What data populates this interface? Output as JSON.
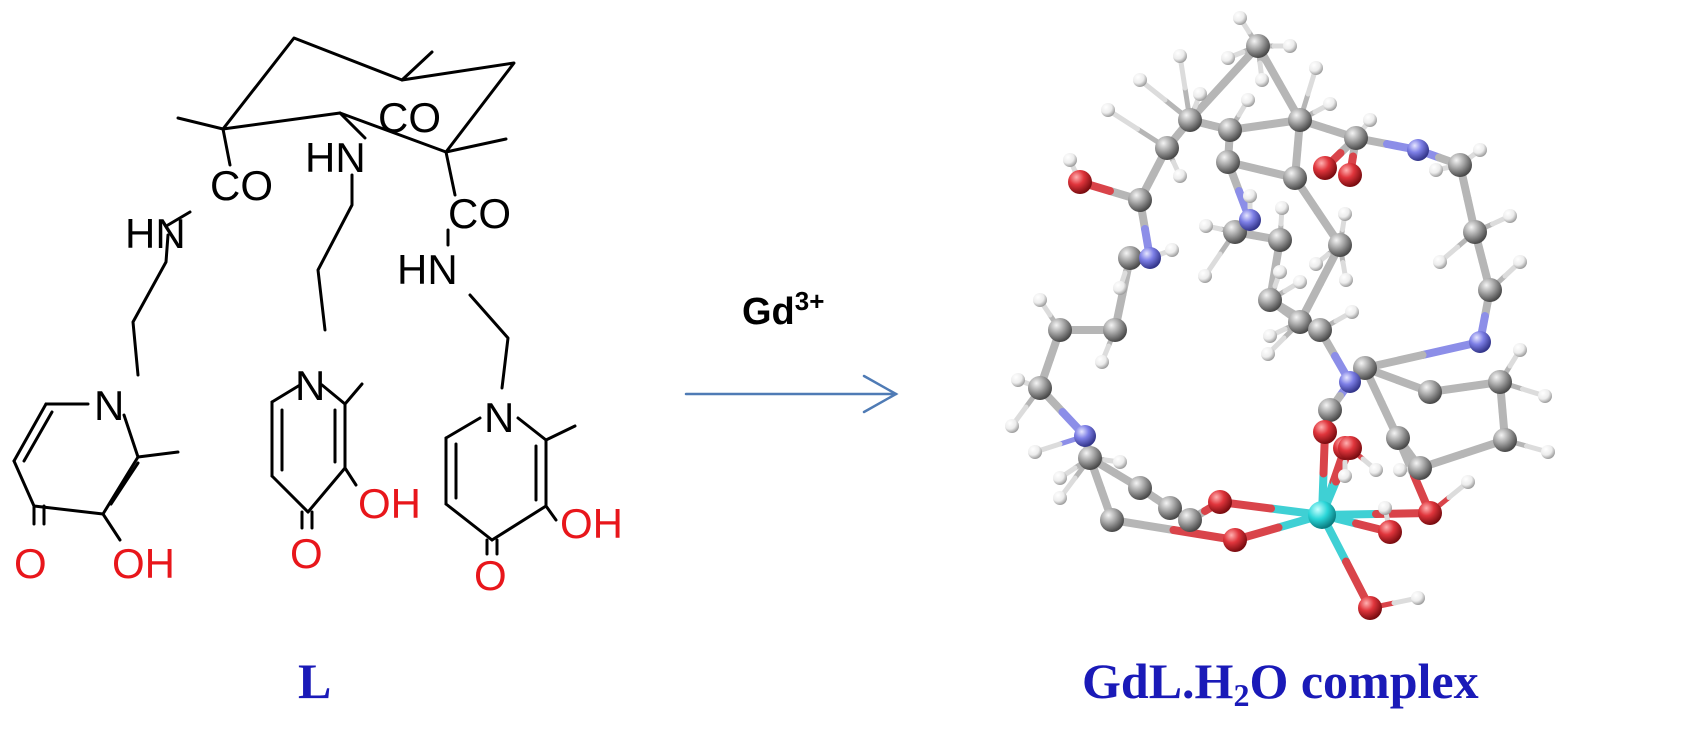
{
  "ligand": {
    "caption": "L",
    "labels": {
      "co": "CO",
      "hn": "HN",
      "n": "N",
      "oh": "OH",
      "o": "O"
    }
  },
  "reaction": {
    "reagent_base": "Gd",
    "reagent_charge": "3+"
  },
  "complex": {
    "caption_pre": "GdL.H",
    "caption_sub": "2",
    "caption_post": "O complex"
  },
  "colors": {
    "caption": "#1a1ab8",
    "oxygen_label": "#e8161b",
    "arrow": "#4f7bb5",
    "carbon": "#9a9a9a",
    "oxygen": "#e0353c",
    "nitrogen": "#7d7fe6",
    "hydrogen": "#f2f2f2",
    "gadolinium": "#2ad6d8"
  }
}
